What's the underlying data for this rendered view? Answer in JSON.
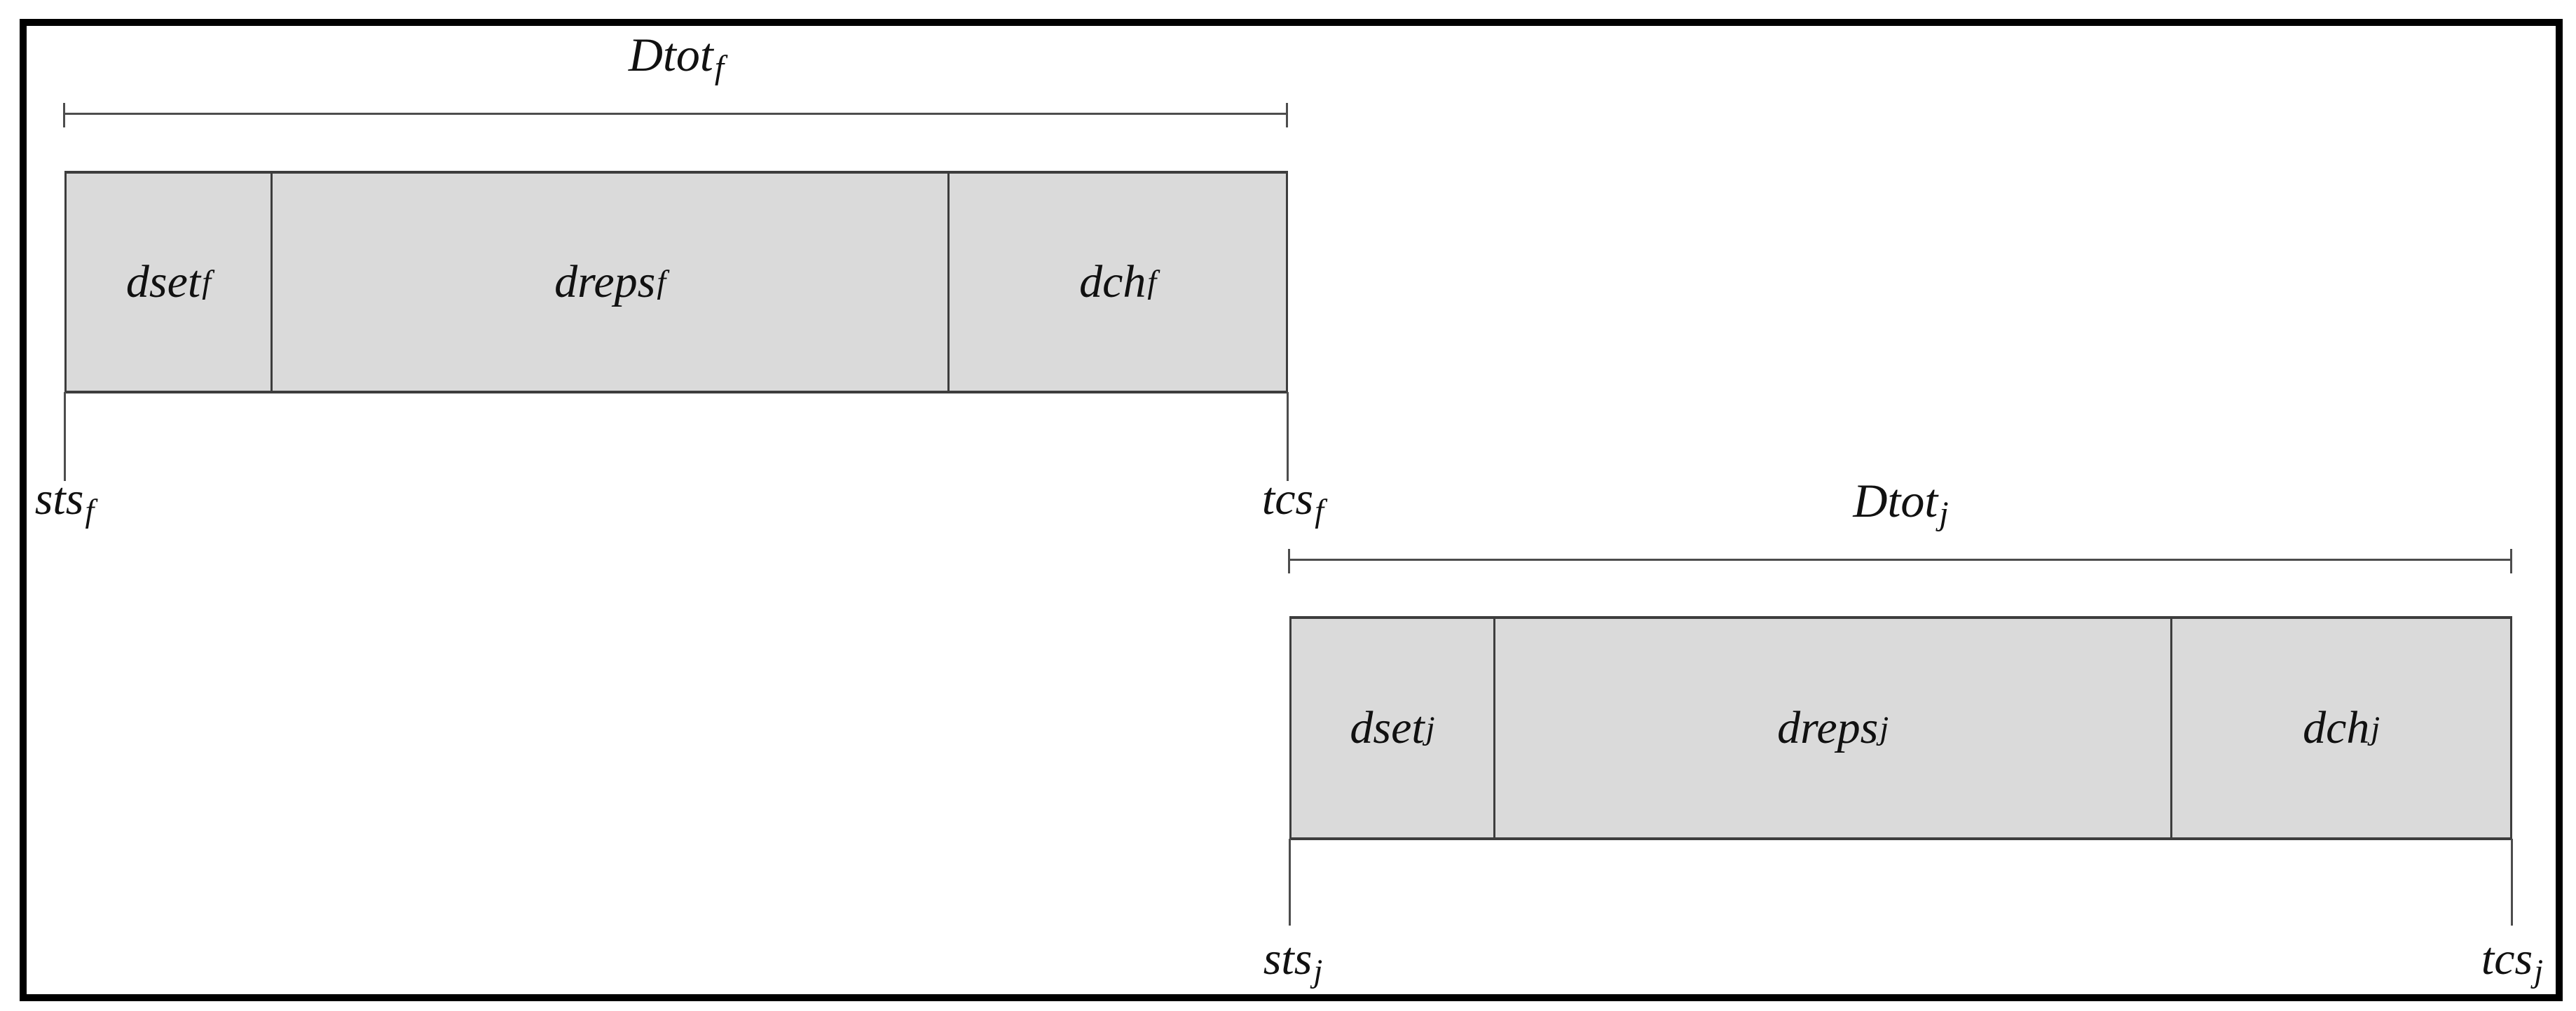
{
  "figure": {
    "colors": {
      "background": "#ffffff",
      "frame": "#000000",
      "bar_fill": "#dadada",
      "bar_edge": "#3d3d3d",
      "bracket_line": "#4d4d4d",
      "text": "#111111"
    }
  },
  "timelines": [
    {
      "id": "f",
      "total_label": {
        "base": "Dtot",
        "sub": "f"
      },
      "segments": [
        {
          "base": "dset",
          "sub": "f"
        },
        {
          "base": "dreps",
          "sub": "f"
        },
        {
          "base": "dch",
          "sub": "f"
        }
      ],
      "start_label": {
        "base": "sts",
        "sub": "f"
      },
      "end_label": {
        "base": "tcs",
        "sub": "f"
      }
    },
    {
      "id": "j",
      "total_label": {
        "base": "Dtot",
        "sub": "j"
      },
      "segments": [
        {
          "base": "dset",
          "sub": "j"
        },
        {
          "base": "dreps",
          "sub": "j"
        },
        {
          "base": "dch",
          "sub": "j"
        }
      ],
      "start_label": {
        "base": "sts",
        "sub": "j"
      },
      "end_label": {
        "base": "tcs",
        "sub": "j"
      }
    }
  ]
}
